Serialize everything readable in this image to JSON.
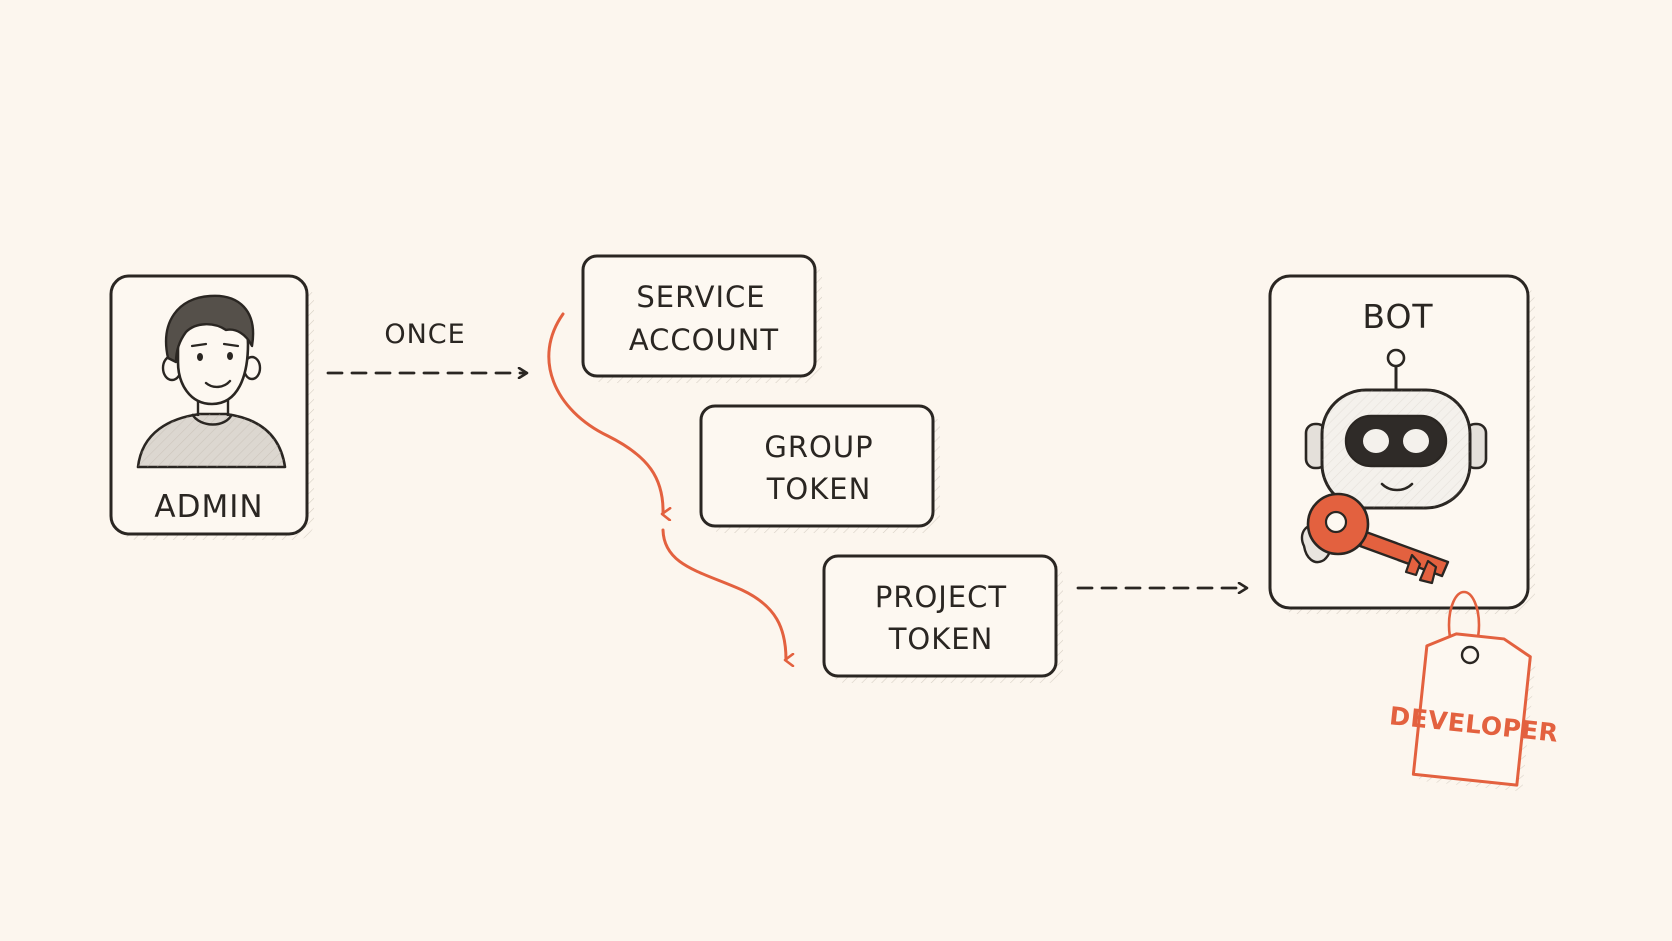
{
  "nodes": {
    "admin": {
      "label": "ADMIN"
    },
    "service_account": {
      "line1": "SERVICE",
      "line2": "ACCOUNT"
    },
    "group_token": {
      "line1": "GROUP",
      "line2": "TOKEN"
    },
    "project_token": {
      "line1": "PROJECT",
      "line2": "TOKEN"
    },
    "bot": {
      "label": "BOT"
    }
  },
  "edges": {
    "admin_to_service": {
      "label": "ONCE"
    }
  },
  "tag": {
    "label": "DEVELOPER"
  },
  "colors": {
    "background": "#fcf6ee",
    "ink": "#2a2622",
    "accent": "#e3613f"
  }
}
